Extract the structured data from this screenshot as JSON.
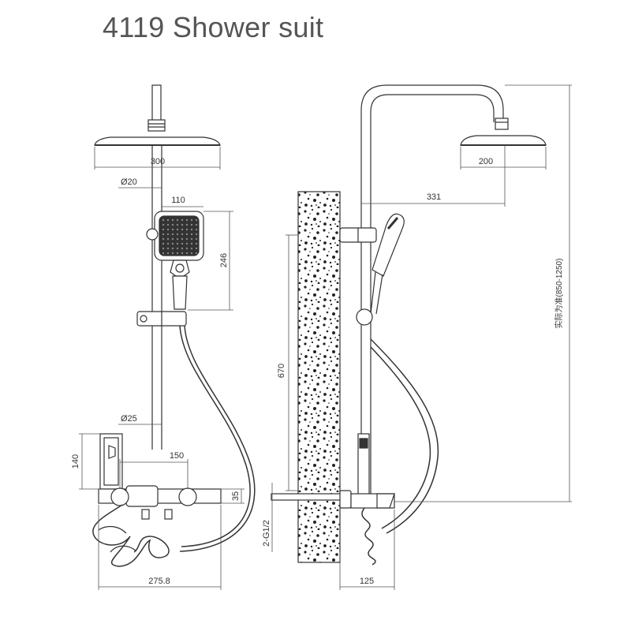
{
  "title": "4119 Shower suit",
  "front_view": {
    "head_width": "300",
    "pipe_diameter": "Ø20",
    "hand_width": "110",
    "hand_height": "246",
    "slide_height": "670",
    "lower_pipe_diameter": "Ø25",
    "mixer_center": "150",
    "mixer_height": "140",
    "outlet_height": "35",
    "total_width": "275.8"
  },
  "side_view": {
    "head_width": "200",
    "arm_length": "331",
    "height_range": "实际为准(850-1250)",
    "thread": "2-G1/2",
    "depth": "125"
  }
}
